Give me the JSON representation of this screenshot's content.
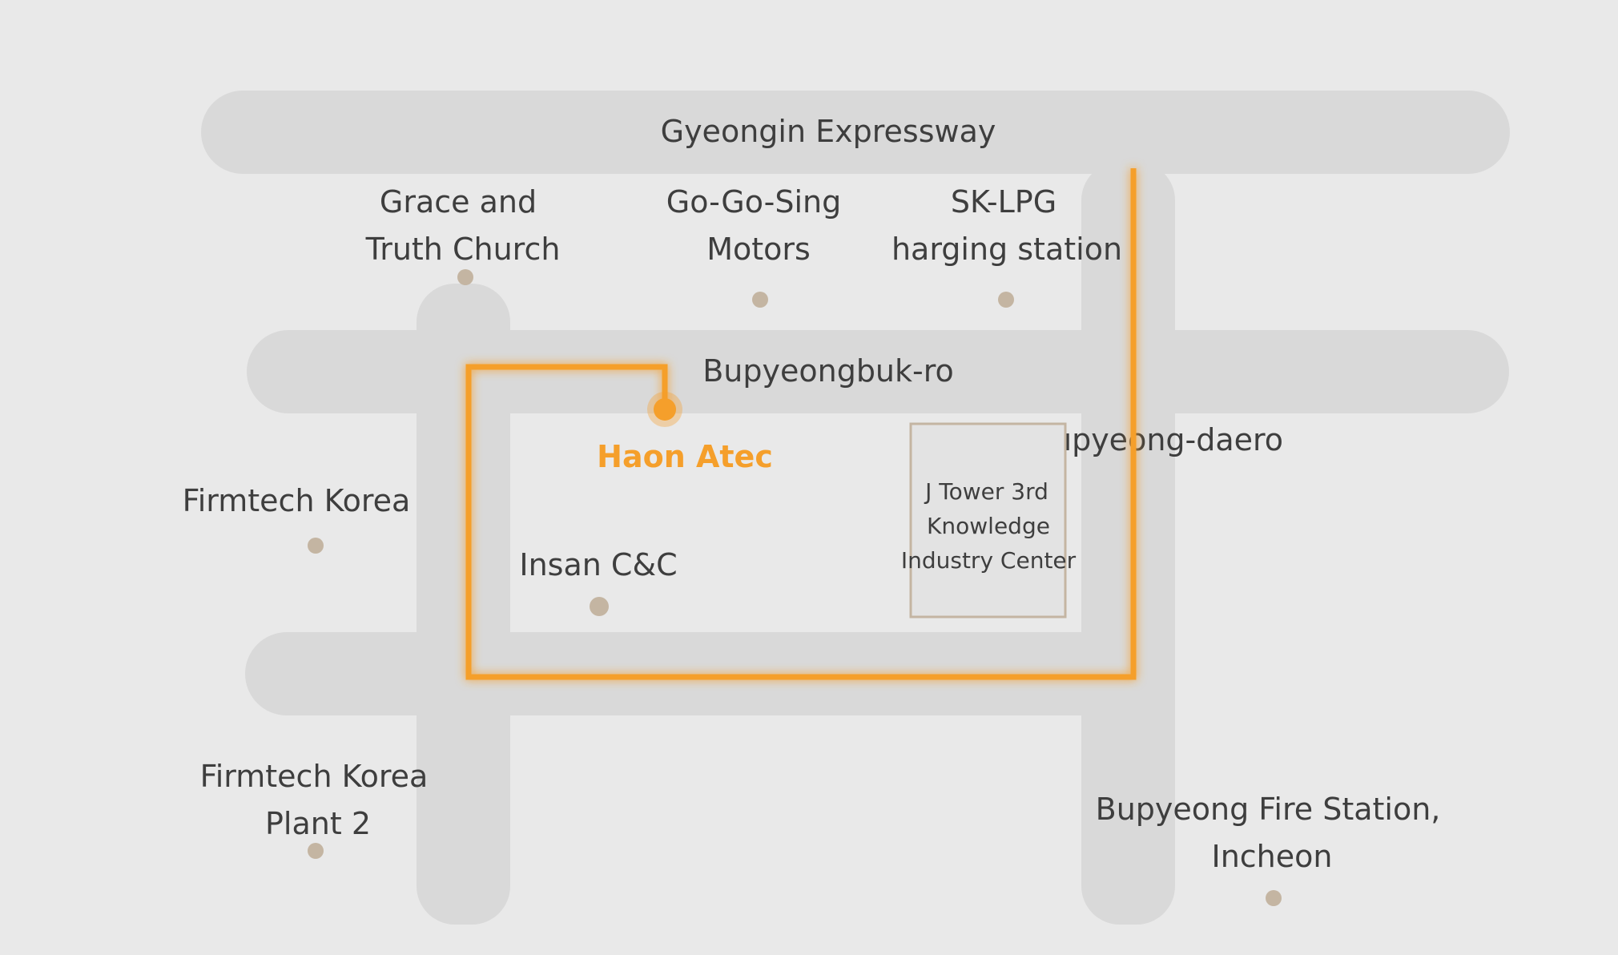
{
  "roads": {
    "expressway": "Gyeongin Expressway",
    "north_road": "Bupyeongbuk-ro",
    "east_road": "Bupyeong-daero"
  },
  "destination": {
    "name": "Haon Atec",
    "color": "#f59f2b"
  },
  "building": {
    "line1": "J Tower 3rd",
    "line2": "Knowledge",
    "line3": "Industry Center"
  },
  "pois": {
    "grace_church": {
      "line1": "Grace and",
      "line2": "Truth Church"
    },
    "gogosing": {
      "line1": "Go-Go-Sing",
      "line2": "Motors"
    },
    "sk_lpg": {
      "line1": "SK-LPG",
      "line2": "harging station"
    },
    "firmtech": {
      "line1": "Firmtech Korea"
    },
    "insan": {
      "line1": "Insan C&C"
    },
    "firmtech_plant2": {
      "line1": "Firmtech Korea",
      "line2": "Plant 2"
    },
    "fire_station": {
      "line1": "Bupyeong Fire Station,",
      "line2": "Incheon"
    }
  },
  "colors": {
    "background": "#e9e9e9",
    "road": "#d9d9d9",
    "route": "#f59f2b",
    "poi_dot": "#c4b5a2",
    "text": "#3e3e3e"
  }
}
